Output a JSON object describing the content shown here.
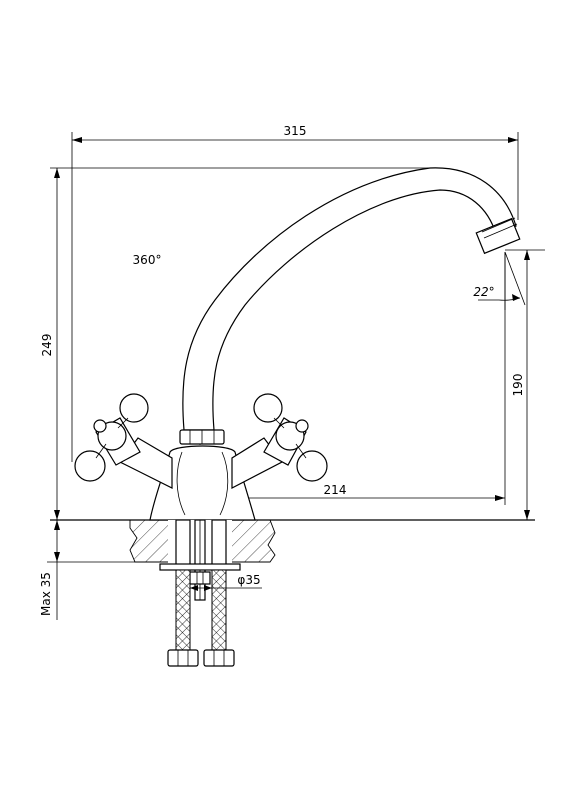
{
  "colors": {
    "line": "#000000",
    "background": "#ffffff"
  },
  "dimensions": {
    "overall_width": "315",
    "overall_height": "249",
    "reach": "214",
    "spout_height": "190",
    "spout_angle": "22°",
    "rotation": "360°",
    "mount_diameter": "φ35",
    "max_counter_thickness": "Max 35"
  }
}
